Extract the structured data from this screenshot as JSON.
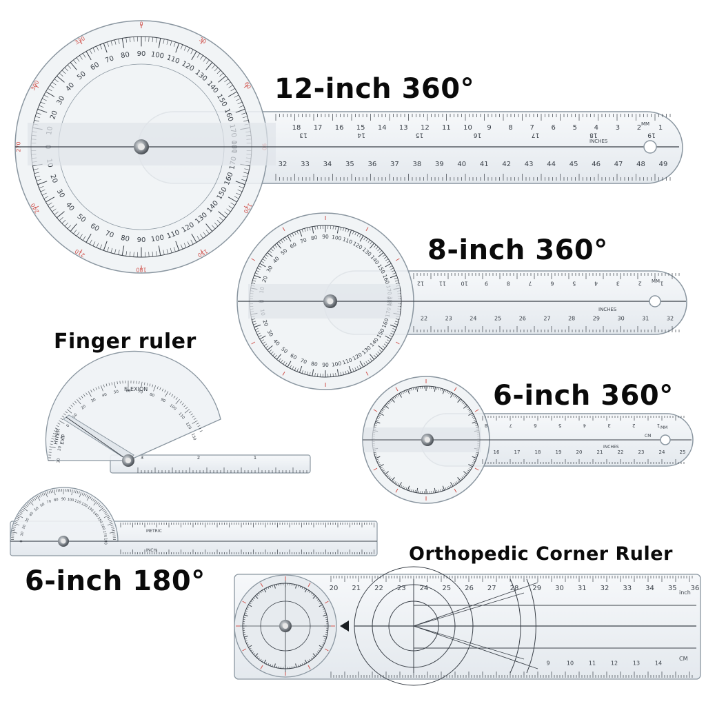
{
  "labels": {
    "g12": "12-inch 360°",
    "g8": "8-inch 360°",
    "g6": "6-inch 360°",
    "finger": "Finger ruler",
    "g180": "6-inch 180°",
    "corner": "Orthopedic Corner Ruler"
  },
  "ruler_text": {
    "inches": "INCHES",
    "mm": "MM",
    "cm": "CM",
    "flexion": "FLEXION",
    "hyper": "HYPER",
    "ext": "EXT",
    "inch": "inch",
    "metric": "METRIC",
    "inch_caps": "INCH"
  },
  "scales": {
    "g12_top": [
      "18",
      "17",
      "16",
      "15",
      "14",
      "13",
      "12",
      "11",
      "10",
      "9",
      "8",
      "7",
      "6",
      "5",
      "4",
      "3",
      "2",
      "1"
    ],
    "g12_mid": [
      "13",
      "14",
      "15",
      "16",
      "17",
      "18",
      "19"
    ],
    "g12_bottom": [
      "32",
      "33",
      "34",
      "35",
      "36",
      "37",
      "38",
      "39",
      "40",
      "41",
      "42",
      "43",
      "44",
      "45",
      "46",
      "47",
      "48",
      "49"
    ],
    "g8_top": [
      "12",
      "11",
      "10",
      "9",
      "8",
      "7",
      "6",
      "5",
      "4",
      "3",
      "2",
      "1"
    ],
    "g8_bottom": [
      "22",
      "23",
      "24",
      "25",
      "26",
      "27",
      "28",
      "29",
      "30",
      "31",
      "32"
    ],
    "g6_top": [
      "8",
      "7",
      "6",
      "5",
      "4",
      "3",
      "2",
      "1"
    ],
    "g6_bottom": [
      "16",
      "17",
      "18",
      "19",
      "20",
      "21",
      "22",
      "23",
      "24",
      "25"
    ],
    "finger_ruler": [
      "3",
      "2",
      "1"
    ],
    "corner_top": [
      "20",
      "21",
      "22",
      "23",
      "24",
      "25",
      "26",
      "27",
      "28",
      "29",
      "30",
      "31",
      "32",
      "33",
      "34",
      "35",
      "36"
    ],
    "corner_bottom": [
      "9",
      "10",
      "11",
      "12",
      "13",
      "14"
    ],
    "dial_black": [
      "0",
      "10",
      "20",
      "30",
      "40",
      "50",
      "60",
      "70",
      "80",
      "90",
      "100",
      "110",
      "120",
      "130",
      "140",
      "150",
      "160",
      "170",
      "180"
    ],
    "dial_red": [
      "0",
      "30",
      "60",
      "90",
      "120",
      "150",
      "180",
      "210",
      "240",
      "270",
      "300",
      "330"
    ],
    "half_dial": [
      "0",
      "10",
      "20",
      "30",
      "40",
      "50",
      "60",
      "70",
      "80",
      "90",
      "100",
      "110",
      "120",
      "130",
      "140",
      "150",
      "160",
      "170",
      "180"
    ],
    "finger_dial": [
      "30",
      "20",
      "10",
      "0",
      "10",
      "20",
      "30",
      "40",
      "50",
      "60",
      "70",
      "80",
      "90",
      "100",
      "110",
      "120",
      "130"
    ]
  },
  "colors": {
    "plastic_fill": "#eef2f5",
    "plastic_edge": "#8a96a0",
    "tick": "#3a4048",
    "red_tick": "#d0504a",
    "label": "#0a0a0a"
  }
}
